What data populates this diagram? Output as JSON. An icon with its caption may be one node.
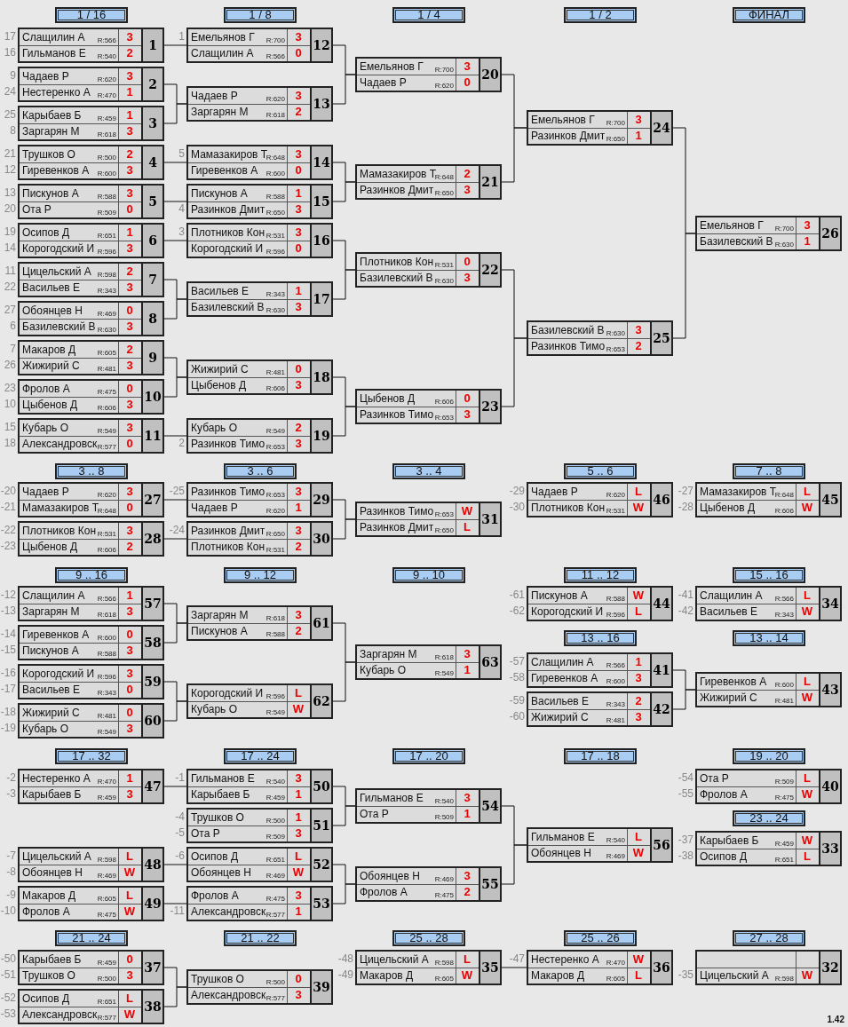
{
  "diagram": {
    "nodes": [
      {
        "text": [
          "1 / 16"
        ]
      },
      {
        "text": [
          "1 / 8"
        ]
      },
      {
        "text": [
          "1 / 4"
        ]
      },
      {
        "text": [
          "1 / 2"
        ]
      },
      {
        "text": [
          "ФИНАЛ"
        ]
      },
      {
        "text": [
          "Слащилин А",
          "R:566",
          "3",
          "Гильманов Е",
          "R:540",
          "2",
          "1"
        ],
        "beside": [
          "17",
          "16"
        ]
      },
      {
        "text": [
          "Чадаев Р",
          "R:620",
          "3",
          "Нестеренко А",
          "R:470",
          "1",
          "2"
        ],
        "beside": [
          "9",
          "24"
        ]
      },
      {
        "text": [
          "Карыбаев Б",
          "R:459",
          "1",
          "Заргарян М",
          "R:618",
          "3",
          "3"
        ],
        "beside": [
          "25",
          "8"
        ]
      },
      {
        "text": [
          "Трушков О",
          "R:500",
          "2",
          "Гиревенков А",
          "R:600",
          "3",
          "4"
        ],
        "beside": [
          "21",
          "12"
        ]
      },
      {
        "text": [
          "Пискунов А",
          "R:588",
          "3",
          "Ота Р",
          "R:509",
          "0",
          "5"
        ],
        "beside": [
          "13",
          "20"
        ]
      },
      {
        "text": [
          "Осипов Д",
          "R:651",
          "1",
          "Корогодский И",
          "R:596",
          "3",
          "6"
        ],
        "beside": [
          "19",
          "14"
        ]
      },
      {
        "text": [
          "Цицельский А",
          "R:598",
          "2",
          "Васильев Е",
          "R:343",
          "3",
          "7"
        ],
        "beside": [
          "11",
          "22"
        ]
      },
      {
        "text": [
          "Обоянцев Н",
          "R:469",
          "0",
          "Базилевский В",
          "R:630",
          "3",
          "8"
        ],
        "beside": [
          "27",
          "6"
        ]
      },
      {
        "text": [
          "Макаров Д",
          "R:605",
          "2",
          "Жижирий С",
          "R:481",
          "3",
          "9"
        ],
        "beside": [
          "7",
          "26"
        ]
      },
      {
        "text": [
          "Фролов А",
          "R:475",
          "0",
          "Цыбенов Д",
          "R:606",
          "3",
          "10"
        ],
        "beside": [
          "23",
          "10"
        ]
      },
      {
        "text": [
          "Кубарь О",
          "R:549",
          "3",
          "Александровск",
          "R:577",
          "0",
          "11"
        ],
        "beside": [
          "15",
          "18"
        ]
      },
      {
        "text": [
          "Емельянов Г",
          "R:700",
          "3",
          "Слащилин А",
          "R:566",
          "0",
          "12"
        ],
        "beside": [
          "1"
        ]
      },
      {
        "text": [
          "Чадаев Р",
          "R:620",
          "3",
          "Заргарян М",
          "R:618",
          "2",
          "13"
        ]
      },
      {
        "text": [
          "Мамазакиров Т",
          "R:648",
          "3",
          "Гиревенков А",
          "R:600",
          "0",
          "14"
        ],
        "beside": [
          "5"
        ]
      },
      {
        "text": [
          "Пискунов А",
          "R:588",
          "1",
          "Разинков Дмит",
          "R:650",
          "3",
          "15"
        ],
        "beside": [
          "4"
        ]
      },
      {
        "text": [
          "Плотников Кон",
          "R:531",
          "3",
          "Корогодский И",
          "R:596",
          "0",
          "16"
        ],
        "beside": [
          "3"
        ]
      },
      {
        "text": [
          "Васильев Е",
          "R:343",
          "1",
          "Базилевский В",
          "R:630",
          "3",
          "17"
        ]
      },
      {
        "text": [
          "Жижирий С",
          "R:481",
          "0",
          "Цыбенов Д",
          "R:606",
          "3",
          "18"
        ]
      },
      {
        "text": [
          "Кубарь О",
          "R:549",
          "2",
          "Разинков Тимо",
          "R:653",
          "3",
          "19"
        ],
        "beside": [
          "2"
        ]
      },
      {
        "text": [
          "Емельянов Г",
          "R:700",
          "3",
          "Чадаев Р",
          "R:620",
          "0",
          "20"
        ]
      },
      {
        "text": [
          "Мамазакиров Т",
          "R:648",
          "2",
          "Разинков Дмит",
          "R:650",
          "3",
          "21"
        ]
      },
      {
        "text": [
          "Плотников Кон",
          "R:531",
          "0",
          "Базилевский В",
          "R:630",
          "3",
          "22"
        ]
      },
      {
        "text": [
          "Цыбенов Д",
          "R:606",
          "0",
          "Разинков Тимо",
          "R:653",
          "3",
          "23"
        ]
      },
      {
        "text": [
          "Емельянов Г",
          "R:700",
          "3",
          "Разинков Дмит",
          "R:650",
          "1",
          "24"
        ]
      },
      {
        "text": [
          "Базилевский В",
          "R:630",
          "3",
          "Разинков Тимо",
          "R:653",
          "2",
          "25"
        ]
      },
      {
        "text": [
          "Емельянов Г",
          "R:700",
          "3",
          "Базилевский В",
          "R:630",
          "1",
          "26"
        ]
      },
      {
        "text": [
          "3 .. 8"
        ]
      },
      {
        "text": [
          "3 .. 6"
        ]
      },
      {
        "text": [
          "3 .. 4"
        ]
      },
      {
        "text": [
          "5 .. 6"
        ]
      },
      {
        "text": [
          "7 .. 8"
        ]
      },
      {
        "text": [
          "Чадаев Р",
          "R:620",
          "3",
          "Мамазакиров Т",
          "R:648",
          "0",
          "27"
        ],
        "beside": [
          "-20",
          "-21"
        ]
      },
      {
        "text": [
          "Плотников Кон",
          "R:531",
          "3",
          "Цыбенов Д",
          "R:606",
          "2",
          "28"
        ],
        "beside": [
          "-22",
          "-23"
        ]
      },
      {
        "text": [
          "Разинков Тимо",
          "R:653",
          "3",
          "Чадаев Р",
          "R:620",
          "1",
          "29"
        ],
        "beside": [
          "-25"
        ]
      },
      {
        "text": [
          "Разинков Дмит",
          "R:650",
          "3",
          "Плотников Кон",
          "R:531",
          "2",
          "30"
        ],
        "beside": [
          "-24"
        ]
      },
      {
        "text": [
          "Разинков Тимо",
          "R:653",
          "W",
          "Разинков Дмит",
          "R:650",
          "L",
          "31"
        ]
      },
      {
        "text": [
          "Чадаев Р",
          "R:620",
          "L",
          "Плотников Кон",
          "R:531",
          "W",
          "46"
        ],
        "beside": [
          "-29",
          "-30"
        ]
      },
      {
        "text": [
          "Мамазакиров Т",
          "R:648",
          "L",
          "Цыбенов Д",
          "R:606",
          "W",
          "45"
        ],
        "beside": [
          "-27",
          "-28"
        ]
      },
      {
        "text": [
          "9 .. 16"
        ]
      },
      {
        "text": [
          "9 .. 12"
        ]
      },
      {
        "text": [
          "9 .. 10"
        ]
      },
      {
        "text": [
          "11 .. 12"
        ]
      },
      {
        "text": [
          "15 .. 16"
        ]
      },
      {
        "text": [
          "Слащилин А",
          "R:566",
          "1",
          "Заргарян М",
          "R:618",
          "3",
          "57"
        ],
        "beside": [
          "-12",
          "-13"
        ]
      },
      {
        "text": [
          "Гиревенков А",
          "R:600",
          "0",
          "Пискунов А",
          "R:588",
          "3",
          "58"
        ],
        "beside": [
          "-14",
          "-15"
        ]
      },
      {
        "text": [
          "Корогодский И",
          "R:596",
          "3",
          "Васильев Е",
          "R:343",
          "0",
          "59"
        ],
        "beside": [
          "-16",
          "-17"
        ]
      },
      {
        "text": [
          "Жижирий С",
          "R:481",
          "0",
          "Кубарь О",
          "R:549",
          "3",
          "60"
        ],
        "beside": [
          "-18",
          "-19"
        ]
      },
      {
        "text": [
          "Заргарян М",
          "R:618",
          "3",
          "Пискунов А",
          "R:588",
          "2",
          "61"
        ]
      },
      {
        "text": [
          "Корогодский И",
          "R:596",
          "L",
          "Кубарь О",
          "R:549",
          "W",
          "62"
        ]
      },
      {
        "text": [
          "Заргарян М",
          "R:618",
          "3",
          "Кубарь О",
          "R:549",
          "1",
          "63"
        ]
      },
      {
        "text": [
          "Пискунов А",
          "R:588",
          "W",
          "Корогодский И",
          "R:596",
          "L",
          "44"
        ],
        "beside": [
          "-61",
          "-62"
        ]
      },
      {
        "text": [
          "13 .. 16"
        ]
      },
      {
        "text": [
          "Слащилин А",
          "R:566",
          "1",
          "Гиревенков А",
          "R:600",
          "3",
          "41"
        ],
        "beside": [
          "-57",
          "-58"
        ]
      },
      {
        "text": [
          "Васильев Е",
          "R:343",
          "2",
          "Жижирий С",
          "R:481",
          "3",
          "42"
        ],
        "beside": [
          "-59",
          "-60"
        ]
      },
      {
        "text": [
          "Слащилин А",
          "R:566",
          "L",
          "Васильев Е",
          "R:343",
          "W",
          "34"
        ],
        "beside": [
          "-41",
          "-42"
        ]
      },
      {
        "text": [
          "13 .. 14"
        ]
      },
      {
        "text": [
          "Гиревенков А",
          "R:600",
          "L",
          "Жижирий С",
          "R:481",
          "W",
          "43"
        ]
      },
      {
        "text": [
          "17 .. 32"
        ]
      },
      {
        "text": [
          "17 .. 24"
        ]
      },
      {
        "text": [
          "17 .. 20"
        ]
      },
      {
        "text": [
          "17 .. 18"
        ]
      },
      {
        "text": [
          "19 .. 20"
        ]
      },
      {
        "text": [
          "Нестеренко А",
          "R:470",
          "1",
          "Карыбаев Б",
          "R:459",
          "3",
          "47"
        ],
        "beside": [
          "-2",
          "-3"
        ]
      },
      {
        "text": [
          "Цицельский А",
          "R:598",
          "L",
          "Обоянцев Н",
          "R:469",
          "W",
          "48"
        ],
        "beside": [
          "-7",
          "-8"
        ]
      },
      {
        "text": [
          "Макаров Д",
          "R:605",
          "L",
          "Фролов А",
          "R:475",
          "W",
          "49"
        ],
        "beside": [
          "-9",
          "-10"
        ]
      },
      {
        "text": [
          "Гильманов Е",
          "R:540",
          "3",
          "Карыбаев Б",
          "R:459",
          "1",
          "50"
        ],
        "beside": [
          "-1"
        ]
      },
      {
        "text": [
          "Трушков О",
          "R:500",
          "1",
          "Ота Р",
          "R:509",
          "3",
          "51"
        ],
        "beside": [
          "-4",
          "-5"
        ]
      },
      {
        "text": [
          "Осипов Д",
          "R:651",
          "L",
          "Обоянцев Н",
          "R:469",
          "W",
          "52"
        ],
        "beside": [
          "-6"
        ]
      },
      {
        "text": [
          "Фролов А",
          "R:475",
          "3",
          "Александровск",
          "R:577",
          "1",
          "53"
        ],
        "beside": [
          "-11"
        ]
      },
      {
        "text": [
          "Гильманов Е",
          "R:540",
          "3",
          "Ота Р",
          "R:509",
          "1",
          "54"
        ]
      },
      {
        "text": [
          "Обоянцев Н",
          "R:469",
          "3",
          "Фролов А",
          "R:475",
          "2",
          "55"
        ]
      },
      {
        "text": [
          "Гильманов Е",
          "R:540",
          "L",
          "Обоянцев Н",
          "R:469",
          "W",
          "56"
        ]
      },
      {
        "text": [
          "Ота Р",
          "R:509",
          "L",
          "Фролов А",
          "R:475",
          "W",
          "40"
        ],
        "beside": [
          "-54",
          "-55"
        ]
      },
      {
        "text": [
          "23 .. 24"
        ]
      },
      {
        "text": [
          "Карыбаев Б",
          "R:459",
          "W",
          "Осипов Д",
          "R:651",
          "L",
          "33"
        ],
        "beside": [
          "-37",
          "-38"
        ]
      },
      {
        "text": [
          "21 .. 24"
        ]
      },
      {
        "text": [
          "21 .. 22"
        ]
      },
      {
        "text": [
          "25 .. 28"
        ]
      },
      {
        "text": [
          "25 .. 26"
        ]
      },
      {
        "text": [
          "27 .. 28"
        ]
      },
      {
        "text": [
          "Карыбаев Б",
          "R:459",
          "0",
          "Трушков О",
          "R:500",
          "3",
          "37"
        ],
        "beside": [
          "-50",
          "-51"
        ]
      },
      {
        "text": [
          "Осипов Д",
          "R:651",
          "L",
          "Александровск",
          "R:577",
          "W",
          "38"
        ],
        "beside": [
          "-52",
          "-53"
        ]
      },
      {
        "text": [
          "Трушков О",
          "R:500",
          "0",
          "Александровск",
          "R:577",
          "3",
          "39"
        ]
      },
      {
        "text": [
          "Цицельский А",
          "R:598",
          "L",
          "Макаров Д",
          "R:605",
          "W",
          "35"
        ],
        "beside": [
          "-48",
          "-49"
        ]
      },
      {
        "text": [
          "Нестеренко А",
          "R:470",
          "W",
          "Макаров Д",
          "R:605",
          "L",
          "36"
        ],
        "beside": [
          "-47"
        ]
      },
      {
        "text": [
          "Цицельский А",
          "R:598",
          "W",
          "32"
        ],
        "beside": [
          "-35"
        ]
      }
    ],
    "edges": [
      {
        "from": 5,
        "to": 16,
        "arrow": "none"
      },
      {
        "from": 6,
        "to": 17,
        "arrow": "none"
      },
      {
        "from": 7,
        "to": 17,
        "arrow": "none"
      },
      {
        "from": 8,
        "to": 18,
        "arrow": "none"
      },
      {
        "from": 9,
        "to": 19,
        "arrow": "none"
      },
      {
        "from": 10,
        "to": 20,
        "arrow": "none"
      },
      {
        "from": 11,
        "to": 21,
        "arrow": "none"
      },
      {
        "from": 12,
        "to": 21,
        "arrow": "none"
      },
      {
        "from": 13,
        "to": 22,
        "arrow": "none"
      },
      {
        "from": 14,
        "to": 22,
        "arrow": "none"
      },
      {
        "from": 15,
        "to": 23,
        "arrow": "none"
      },
      {
        "from": 16,
        "to": 24,
        "arrow": "none"
      },
      {
        "from": 17,
        "to": 24,
        "arrow": "none"
      },
      {
        "from": 18,
        "to": 25,
        "arrow": "none"
      },
      {
        "from": 19,
        "to": 25,
        "arrow": "none"
      },
      {
        "from": 20,
        "to": 26,
        "arrow": "none"
      },
      {
        "from": 21,
        "to": 26,
        "arrow": "none"
      },
      {
        "from": 22,
        "to": 27,
        "arrow": "none"
      },
      {
        "from": 23,
        "to": 27,
        "arrow": "none"
      },
      {
        "from": 24,
        "to": 28,
        "arrow": "none"
      },
      {
        "from": 25,
        "to": 28,
        "arrow": "none"
      },
      {
        "from": 26,
        "to": 29,
        "arrow": "none"
      },
      {
        "from": 27,
        "to": 29,
        "arrow": "none"
      },
      {
        "from": 28,
        "to": 30,
        "arrow": "none"
      },
      {
        "from": 29,
        "to": 30,
        "arrow": "none"
      },
      {
        "from": 36,
        "to": 38,
        "arrow": "none"
      },
      {
        "from": 37,
        "to": 39,
        "arrow": "none"
      },
      {
        "from": 38,
        "to": 40,
        "arrow": "none"
      },
      {
        "from": 39,
        "to": 40,
        "arrow": "none"
      },
      {
        "from": 48,
        "to": 52,
        "arrow": "none"
      },
      {
        "from": 49,
        "to": 52,
        "arrow": "none"
      },
      {
        "from": 50,
        "to": 53,
        "arrow": "none"
      },
      {
        "from": 51,
        "to": 53,
        "arrow": "none"
      },
      {
        "from": 52,
        "to": 54,
        "arrow": "none"
      },
      {
        "from": 53,
        "to": 54,
        "arrow": "none"
      },
      {
        "from": 57,
        "to": 61,
        "arrow": "none"
      },
      {
        "from": 58,
        "to": 61,
        "arrow": "none"
      },
      {
        "from": 67,
        "to": 70,
        "arrow": "none"
      },
      {
        "from": 68,
        "to": 72,
        "arrow": "none"
      },
      {
        "from": 69,
        "to": 73,
        "arrow": "none"
      },
      {
        "from": 70,
        "to": 74,
        "arrow": "none"
      },
      {
        "from": 71,
        "to": 74,
        "arrow": "none"
      },
      {
        "from": 72,
        "to": 75,
        "arrow": "none"
      },
      {
        "from": 73,
        "to": 75,
        "arrow": "none"
      },
      {
        "from": 74,
        "to": 76,
        "arrow": "none"
      },
      {
        "from": 75,
        "to": 76,
        "arrow": "none"
      },
      {
        "from": 85,
        "to": 87,
        "arrow": "none"
      },
      {
        "from": 86,
        "to": 87,
        "arrow": "none"
      },
      {
        "from": 88,
        "to": 89,
        "arrow": "none"
      }
    ],
    "labels": [
      "1.42"
    ]
  }
}
